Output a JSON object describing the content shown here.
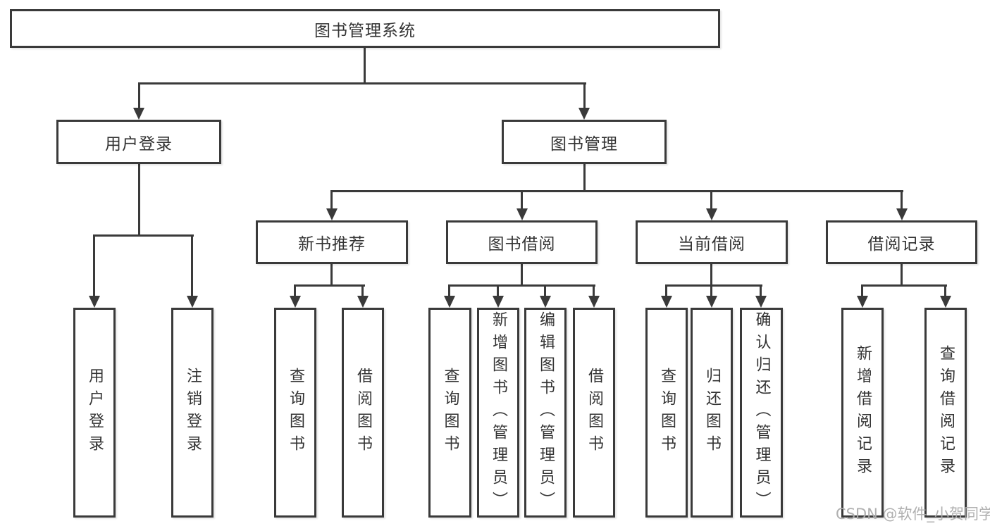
{
  "tree": {
    "label": "图书管理系统",
    "children": [
      {
        "label": "用户登录",
        "children": [
          {
            "label": "用户登录"
          },
          {
            "label": "注销登录"
          }
        ]
      },
      {
        "label": "图书管理",
        "children": [
          {
            "label": "新书推荐",
            "children": [
              {
                "label": "查询图书"
              },
              {
                "label": "借阅图书"
              }
            ]
          },
          {
            "label": "图书借阅",
            "children": [
              {
                "label": "查询图书"
              },
              {
                "label": "新增图书（管理员）"
              },
              {
                "label": "编辑图书（管理员）"
              },
              {
                "label": "借阅图书"
              }
            ]
          },
          {
            "label": "当前借阅",
            "children": [
              {
                "label": "查询图书"
              },
              {
                "label": "归还图书"
              },
              {
                "label": "确认归还（管理员）"
              }
            ]
          },
          {
            "label": "借阅记录",
            "children": [
              {
                "label": "新增借阅记录"
              },
              {
                "label": "查询借阅记录"
              }
            ]
          }
        ]
      }
    ]
  },
  "watermark": {
    "text": "CSDN @软件_小贺同学"
  },
  "colors": {
    "line": "#3a3a3a",
    "text": "#333333",
    "background": "#ffffff",
    "watermark": "#acacac"
  }
}
